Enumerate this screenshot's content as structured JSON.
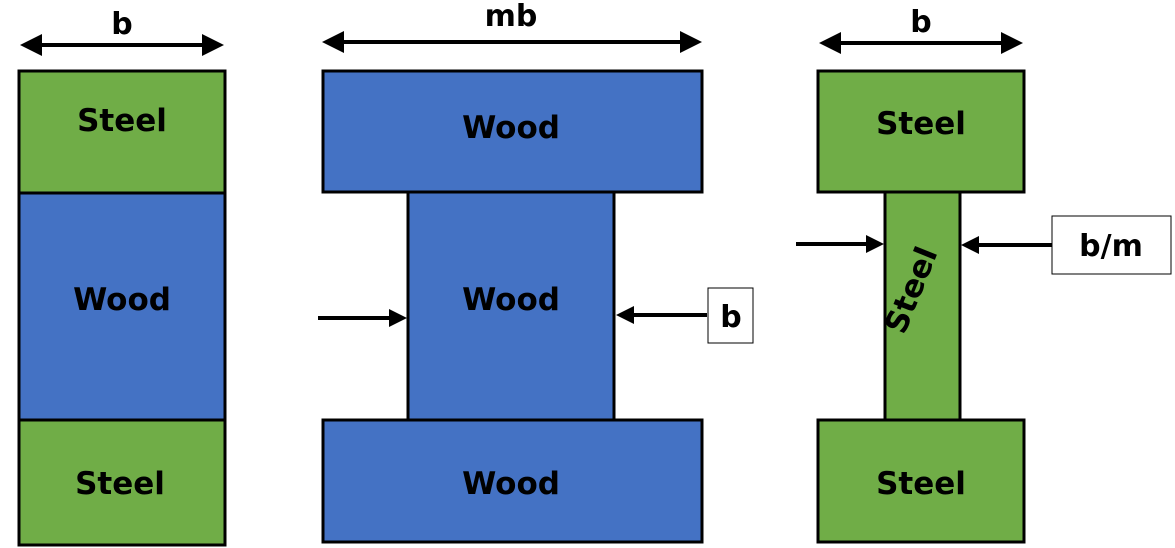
{
  "colors": {
    "steel": "#70AD47",
    "wood": "#4472C4",
    "outline": "#000000",
    "label_box": "#FFFFFF"
  },
  "section_1": {
    "width_label": "b",
    "top_label": "Steel",
    "middle_label": "Wood",
    "bottom_label": "Steel"
  },
  "section_2": {
    "width_label": "mb",
    "top_label": "Wood",
    "middle_label": "Wood",
    "bottom_label": "Wood",
    "web_width_label": "b"
  },
  "section_3": {
    "width_label": "b",
    "top_label": "Steel",
    "middle_label": "Steel",
    "bottom_label": "Steel",
    "web_width_label": "b/m"
  }
}
